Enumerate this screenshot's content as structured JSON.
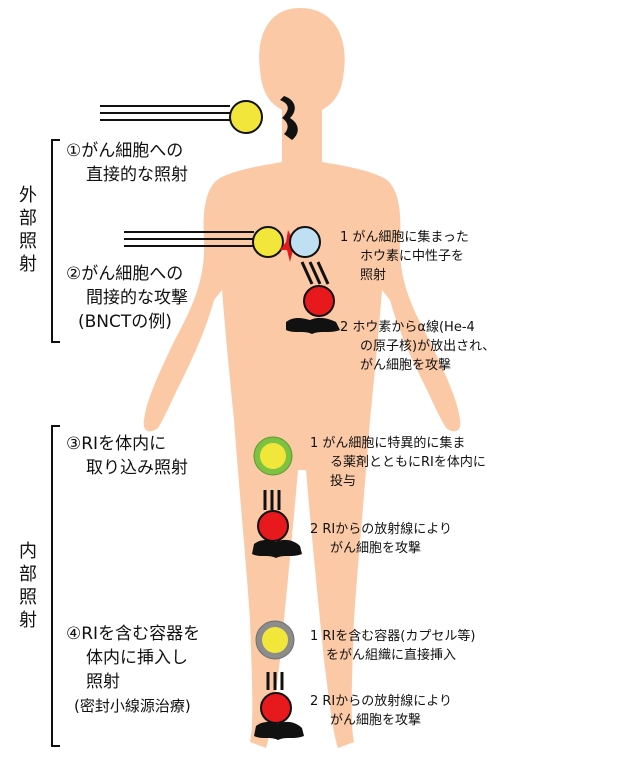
{
  "sections": [
    {
      "label": [
        "外",
        "部",
        "照",
        "射"
      ]
    },
    {
      "label": [
        "内",
        "部",
        "照",
        "射"
      ]
    }
  ],
  "methods": [
    {
      "lines": [
        "①がん細胞への",
        "直接的な照射"
      ]
    },
    {
      "lines": [
        "②がん細胞への",
        "間接的な攻撃",
        "(BNCTの例)"
      ]
    },
    {
      "lines": [
        "③RIを体内に",
        "取り込み照射"
      ]
    },
    {
      "lines": [
        "④RIを含む容器を",
        "体内に挿入し",
        "照射",
        "(密封小線源治療)"
      ]
    }
  ],
  "notes": [
    {
      "lines": [
        "1 がん細胞に集まった",
        "ホウ素に中性子を",
        "照射"
      ]
    },
    {
      "lines": [
        "2 ホウ素からα線(He-4",
        "の原子核)が放出され、",
        "がん細胞を攻撃"
      ]
    },
    {
      "lines": [
        "1 がん細胞に特異的に集ま",
        "る薬剤とともにRIを体内に",
        "投与"
      ]
    },
    {
      "lines": [
        "2 RIからの放射線により",
        "がん細胞を攻撃"
      ]
    },
    {
      "lines": [
        "1 RIを含む容器(カプセル等)",
        "をがん組織に直接挿入"
      ]
    },
    {
      "lines": [
        "2 RIからの放射線により",
        "がん細胞を攻撃"
      ]
    }
  ],
  "colors": {
    "body": "#fbc9a6",
    "cancer_cell": "#f3e63a",
    "boron_cell": "#bfe0f2",
    "damaged_cell": "#e8191c",
    "ri_ring": "#7ec242",
    "capsule_ring": "#8c8c8c",
    "flash": "#e8191c"
  }
}
